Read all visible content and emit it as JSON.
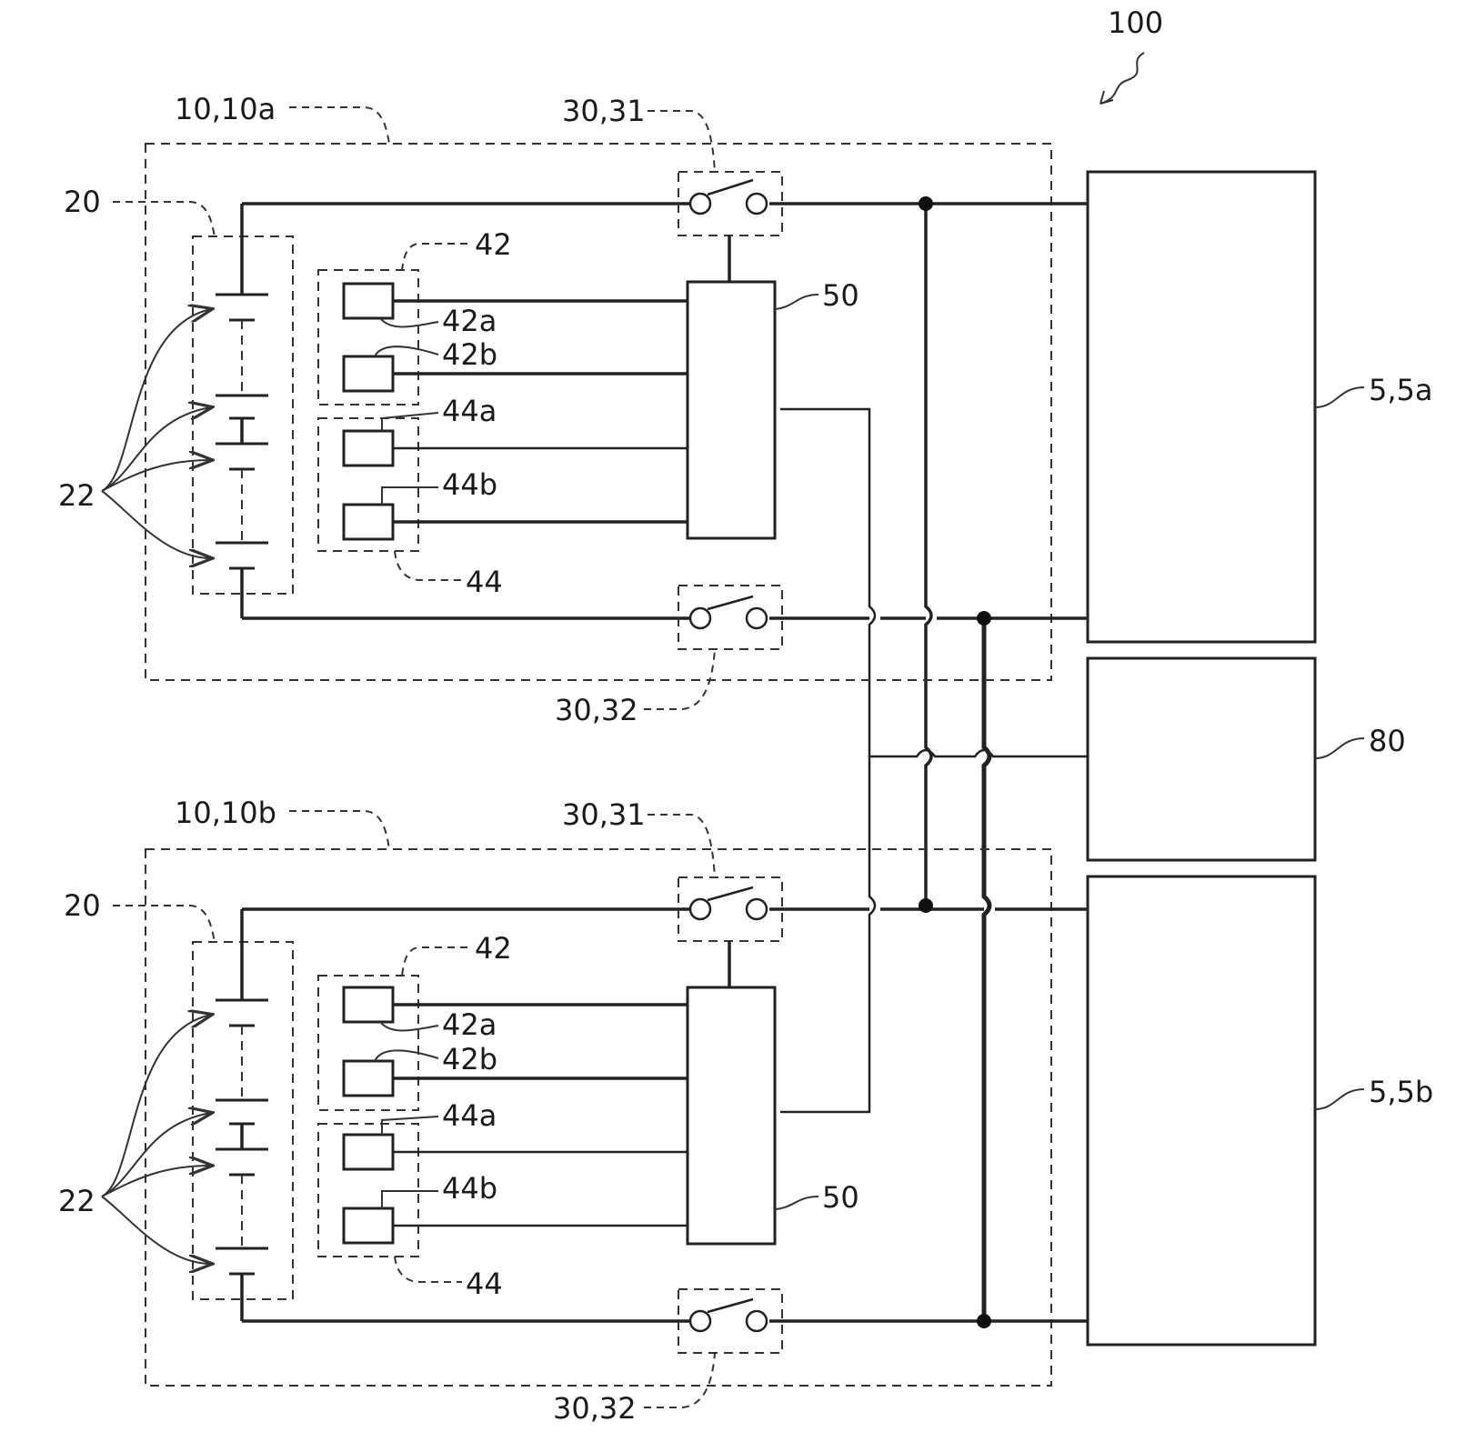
{
  "labels": {
    "system": "100",
    "pack_a": "10,10a",
    "pack_b": "10,10b",
    "battery_module": "20",
    "cells": "22",
    "main_switch": "30,31",
    "sub_switch": "30,32",
    "sensor_group_1": "42",
    "sensor_1a": "42a",
    "sensor_1b": "42b",
    "sensor_group_2": "44",
    "sensor_2a": "44a",
    "sensor_2b": "44b",
    "controller": "50",
    "load_a": "5,5a",
    "load_b": "5,5b",
    "device_80": "80"
  }
}
